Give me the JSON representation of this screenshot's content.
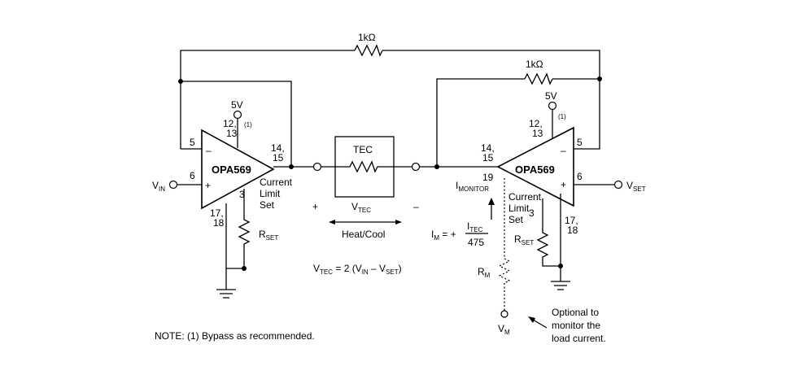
{
  "feedback_outer": {
    "value": "1kΩ"
  },
  "feedback_inner": {
    "value": "1kΩ"
  },
  "supply_left": {
    "label": "5V",
    "note": "(1)"
  },
  "supply_right": {
    "label": "5V",
    "note": "(1)"
  },
  "amp_left": {
    "name": "OPA569",
    "pin_supply": [
      "12,",
      "13"
    ],
    "pin_inv": "5",
    "pin_noninv": "6",
    "pin_out": [
      "14,",
      "15"
    ],
    "pin_ilim": "3",
    "pin_gnd": [
      "17,",
      "18"
    ],
    "minus": "–",
    "plus": "+",
    "current_limit": [
      "Current",
      "Limit",
      "Set"
    ]
  },
  "amp_right": {
    "name": "OPA569",
    "pin_supply": [
      "12,",
      "13"
    ],
    "pin_inv": "5",
    "pin_noninv": "6",
    "pin_out": [
      "14,",
      "15"
    ],
    "pin_monitor": "19",
    "pin_ilim": "3",
    "pin_gnd": [
      "17,",
      "18"
    ],
    "minus": "–",
    "plus": "+",
    "current_limit": [
      "Current",
      "Limit",
      "Set"
    ]
  },
  "vin": {
    "main": "V",
    "sub": "IN"
  },
  "vset": {
    "main": "V",
    "sub": "SET"
  },
  "rset_left": {
    "main": "R",
    "sub": "SET"
  },
  "rset_right": {
    "main": "R",
    "sub": "SET"
  },
  "tec": {
    "label": "TEC"
  },
  "vtec": {
    "main": "V",
    "sub": "TEC",
    "plus": "+",
    "minus": "–"
  },
  "heat_cool": "Heat/Cool",
  "equation": {
    "lhs": "V",
    "lhs_sub": "TEC",
    "mid": " = 2 (V",
    "vin_sub": "IN",
    "minus": " – V",
    "vset_sub": "SET",
    "close": ")"
  },
  "imonitor": {
    "main": "I",
    "sub": "MONITOR"
  },
  "im_eq": {
    "lhs": "I",
    "lhs_sub": "M",
    "eq": " = +",
    "num": "I",
    "num_sub": "TEC",
    "den": "475"
  },
  "rm": {
    "main": "R",
    "sub": "M"
  },
  "vm": {
    "main": "V",
    "sub": "M"
  },
  "optional_note": [
    "Optional to",
    "monitor the",
    "load current."
  ],
  "note": "NOTE: (1) Bypass as recommended."
}
